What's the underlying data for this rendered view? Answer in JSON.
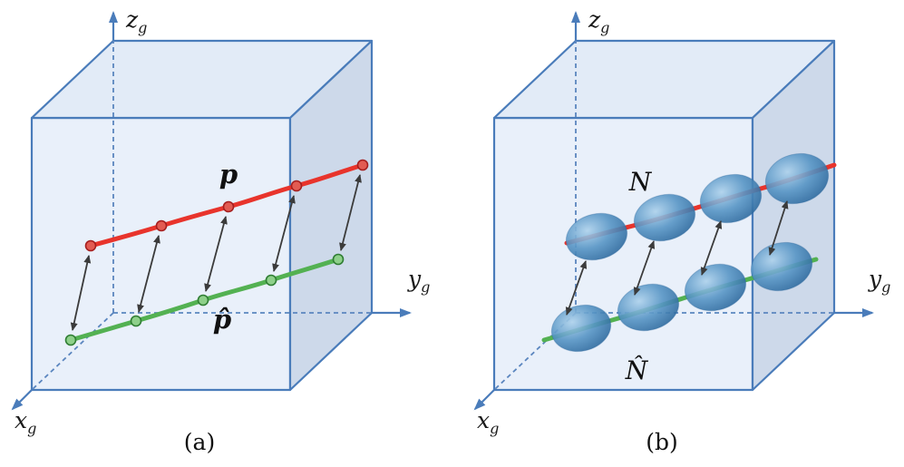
{
  "colors": {
    "cube_edge": "#4a7cba",
    "cube_front_face": "#e9f0fa",
    "cube_top_face": "#e2ebf7",
    "cube_side_face": "#cdd9ea",
    "axis": "#4a7cba",
    "curve_red": "#e8342c",
    "curve_green": "#53b152",
    "dot_red": "#e25b52",
    "dot_green": "#8ed08a",
    "arrow": "#3b3b3b",
    "blob_blue": "#4a8ec2"
  },
  "panel_a": {
    "caption": "(a)",
    "axes": {
      "z": {
        "main": "z",
        "sub": "g"
      },
      "y": {
        "main": "y",
        "sub": "g"
      },
      "x": {
        "main": "x",
        "sub": "g"
      }
    },
    "curve_labels": {
      "top": "p",
      "bottom": "p̂"
    }
  },
  "panel_b": {
    "caption": "(b)",
    "axes": {
      "z": {
        "main": "z",
        "sub": "g"
      },
      "y": {
        "main": "y",
        "sub": "g"
      },
      "x": {
        "main": "x",
        "sub": "g"
      }
    },
    "curve_labels": {
      "top": "N",
      "bottom": "N̂"
    }
  }
}
